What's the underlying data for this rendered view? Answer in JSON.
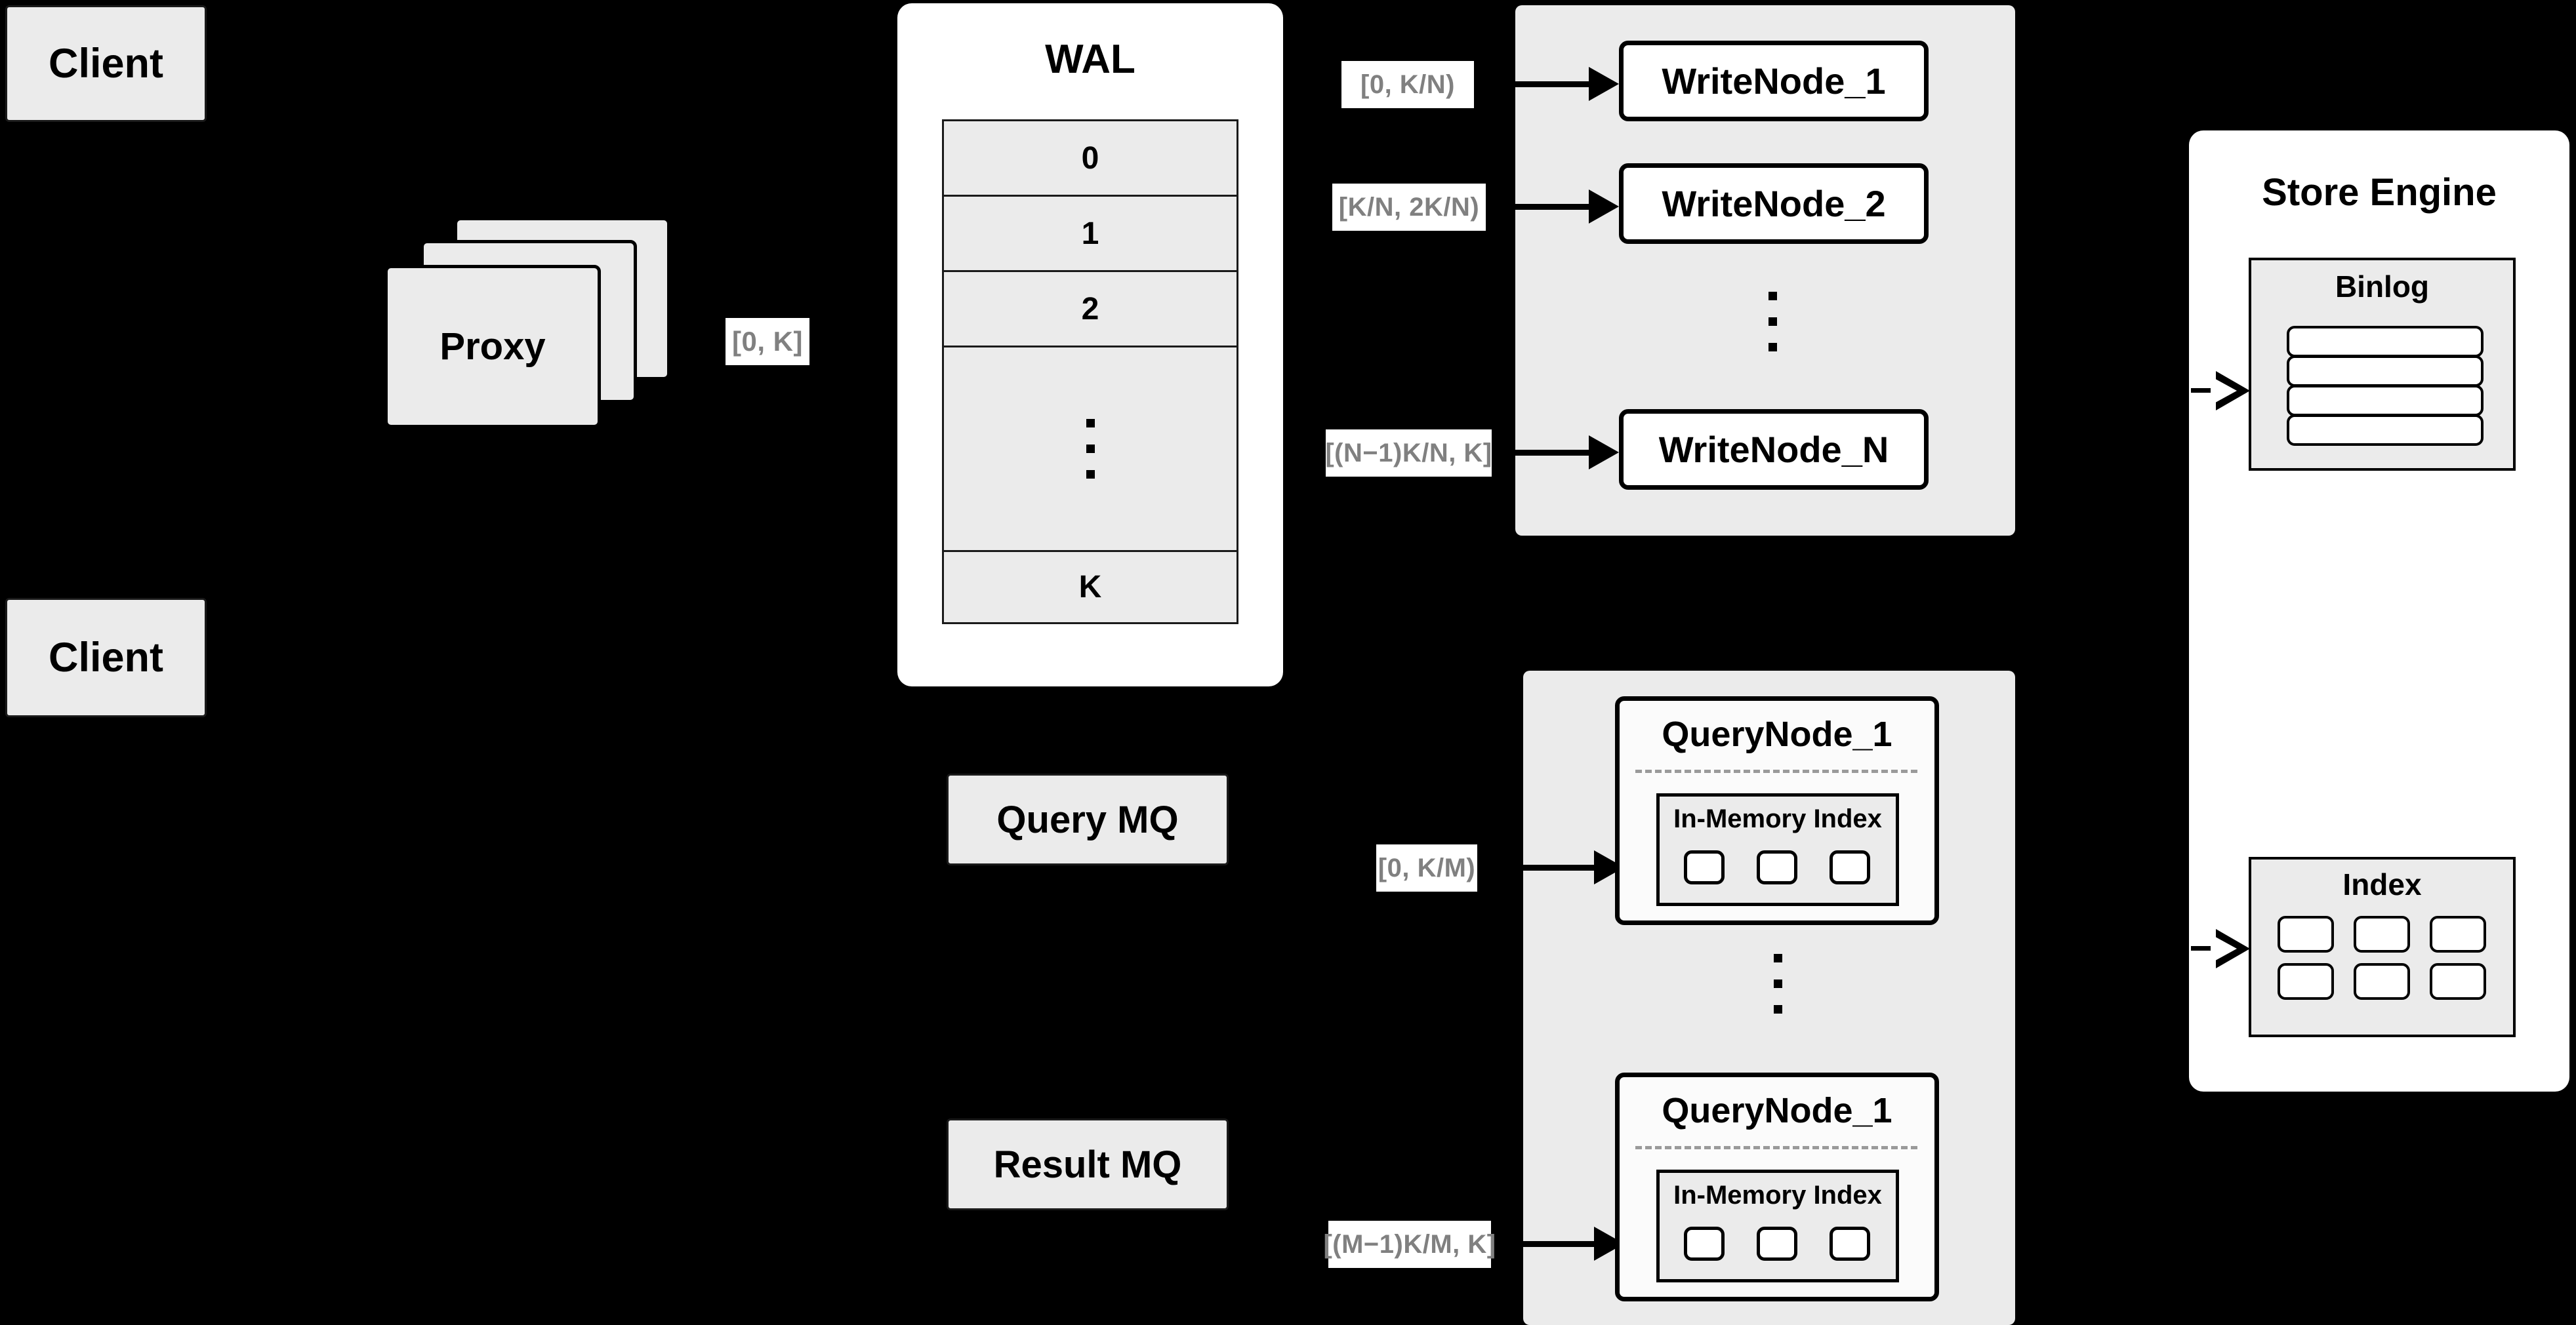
{
  "diagram": {
    "title": "Distributed vector database write/query architecture",
    "background_color": "#000000",
    "box_fill": "#ebebeb",
    "panel_fill": "#ffffff",
    "label_text_color": "#808080",
    "stroke_color": "#000000"
  },
  "clients": [
    {
      "label": "Client"
    },
    {
      "label": "Client"
    }
  ],
  "proxy": {
    "label": "Proxy",
    "stack_count": 3,
    "output_range_label": "[0, K]"
  },
  "wal": {
    "title": "WAL",
    "rows": [
      "0",
      "1",
      "2",
      "⋮",
      "K"
    ],
    "ellipsis_row_index": 3
  },
  "write_nodes": {
    "panel_label": "",
    "nodes": [
      {
        "label": "WriteNode_1",
        "range_label": "[0,  K/N)"
      },
      {
        "label": "WriteNode_2",
        "range_label": "[K/N, 2K/N)"
      },
      {
        "label": "WriteNode_N",
        "range_label": "[(N−1)K/N,  K]"
      }
    ],
    "ellipsis": "⋮"
  },
  "query_mq": {
    "label": "Query MQ"
  },
  "result_mq": {
    "label": "Result MQ"
  },
  "query_nodes": {
    "nodes": [
      {
        "label": "QueryNode_1",
        "range_label": "[0, K/M)",
        "inner": {
          "title": "In-Memory Index",
          "chip_count": 3
        }
      },
      {
        "label": "QueryNode_1",
        "range_label": "[(M−1)K/M, K]",
        "inner": {
          "title": "In-Memory Index",
          "chip_count": 3
        }
      }
    ],
    "ellipsis": "⋮"
  },
  "store_engine": {
    "title": "Store Engine",
    "binlog": {
      "title": "Binlog",
      "slab_count": 4
    },
    "index": {
      "title": "Index",
      "chip_rows": 2,
      "chip_cols": 3
    }
  }
}
